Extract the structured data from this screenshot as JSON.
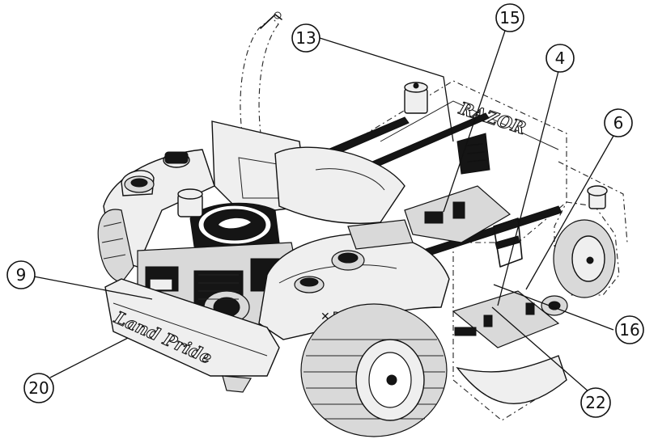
{
  "callouts": [
    {
      "id": "c13",
      "label": "13"
    },
    {
      "id": "c15",
      "label": "15"
    },
    {
      "id": "c4",
      "label": "4"
    },
    {
      "id": "c6",
      "label": "6"
    },
    {
      "id": "c9",
      "label": "9"
    },
    {
      "id": "c16",
      "label": "16"
    },
    {
      "id": "c20",
      "label": "20"
    },
    {
      "id": "c22",
      "label": "22"
    }
  ],
  "markings": {
    "bumper_brand": "Land Pride",
    "deck_brand": "RAZOR",
    "pnt_label": "PNT"
  }
}
